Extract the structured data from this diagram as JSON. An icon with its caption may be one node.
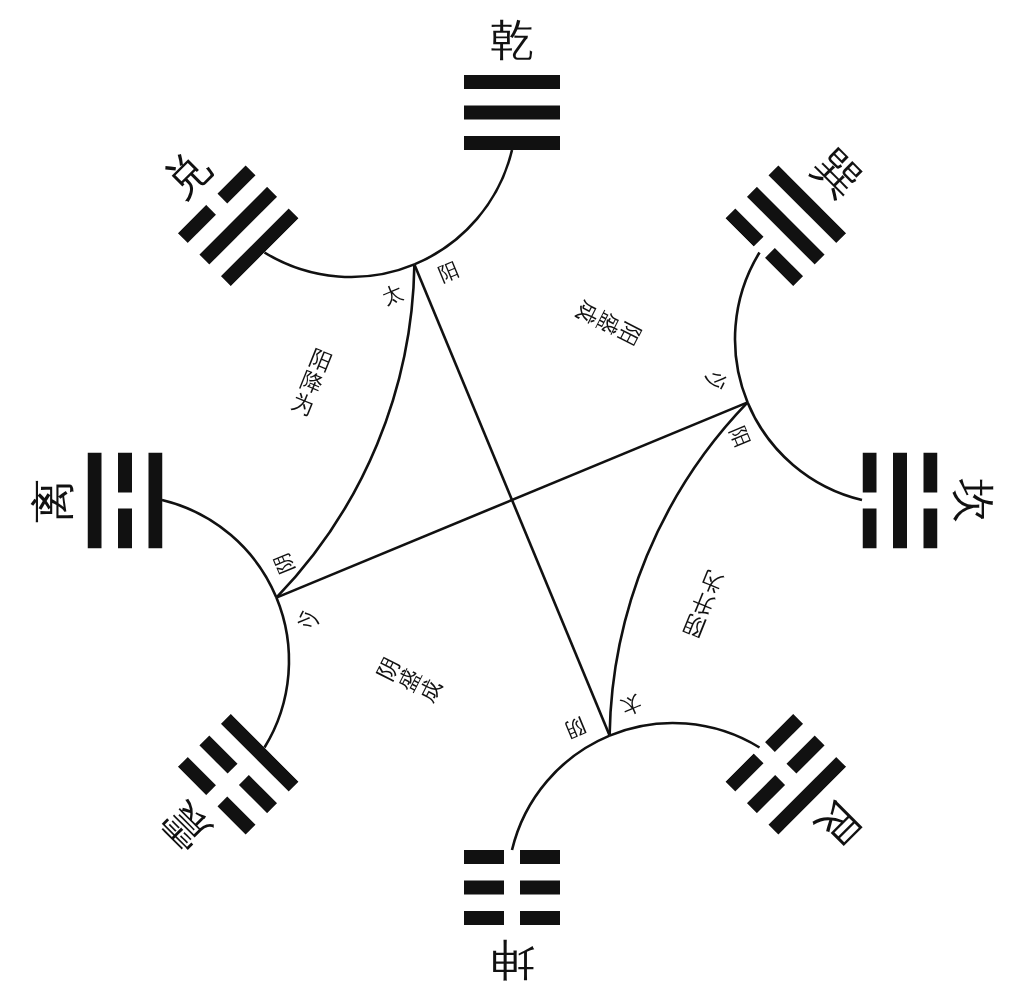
{
  "diagram": {
    "nodes": [
      {
        "text": [
          "乾"
        ]
      },
      {
        "text": [
          "兑"
        ]
      },
      {
        "text": [
          "巽"
        ]
      },
      {
        "text": [
          "离"
        ]
      },
      {
        "text": [
          "坎"
        ]
      },
      {
        "text": [
          "震"
        ]
      },
      {
        "text": [
          "艮"
        ]
      },
      {
        "text": [
          "坤"
        ]
      },
      {
        "text": [
          "太",
          "阳"
        ]
      },
      {
        "text": [
          "少",
          "阳"
        ]
      },
      {
        "text": [
          "少",
          "阴"
        ]
      },
      {
        "text": [
          "太",
          "阴"
        ]
      }
    ],
    "edges": [
      {
        "from": 1,
        "to": 8,
        "arrow": "none"
      },
      {
        "from": 8,
        "to": 0,
        "arrow": "none"
      },
      {
        "from": 2,
        "to": 9,
        "arrow": "none"
      },
      {
        "from": 9,
        "to": 4,
        "arrow": "none"
      },
      {
        "from": 6,
        "to": 11,
        "arrow": "none"
      },
      {
        "from": 11,
        "to": 7,
        "arrow": "none"
      },
      {
        "from": 3,
        "to": 10,
        "arrow": "none"
      },
      {
        "from": 10,
        "to": 5,
        "arrow": "none"
      },
      {
        "from": 8,
        "to": 10,
        "arrow": "none",
        "label": "阳降为"
      },
      {
        "from": 8,
        "to": 11,
        "arrow": "none"
      },
      {
        "from": 9,
        "to": 10,
        "arrow": "none"
      },
      {
        "from": 11,
        "to": 9,
        "arrow": "none",
        "label": "阴升为"
      }
    ],
    "labels": [
      "阳盛成",
      "阴盛成"
    ]
  }
}
